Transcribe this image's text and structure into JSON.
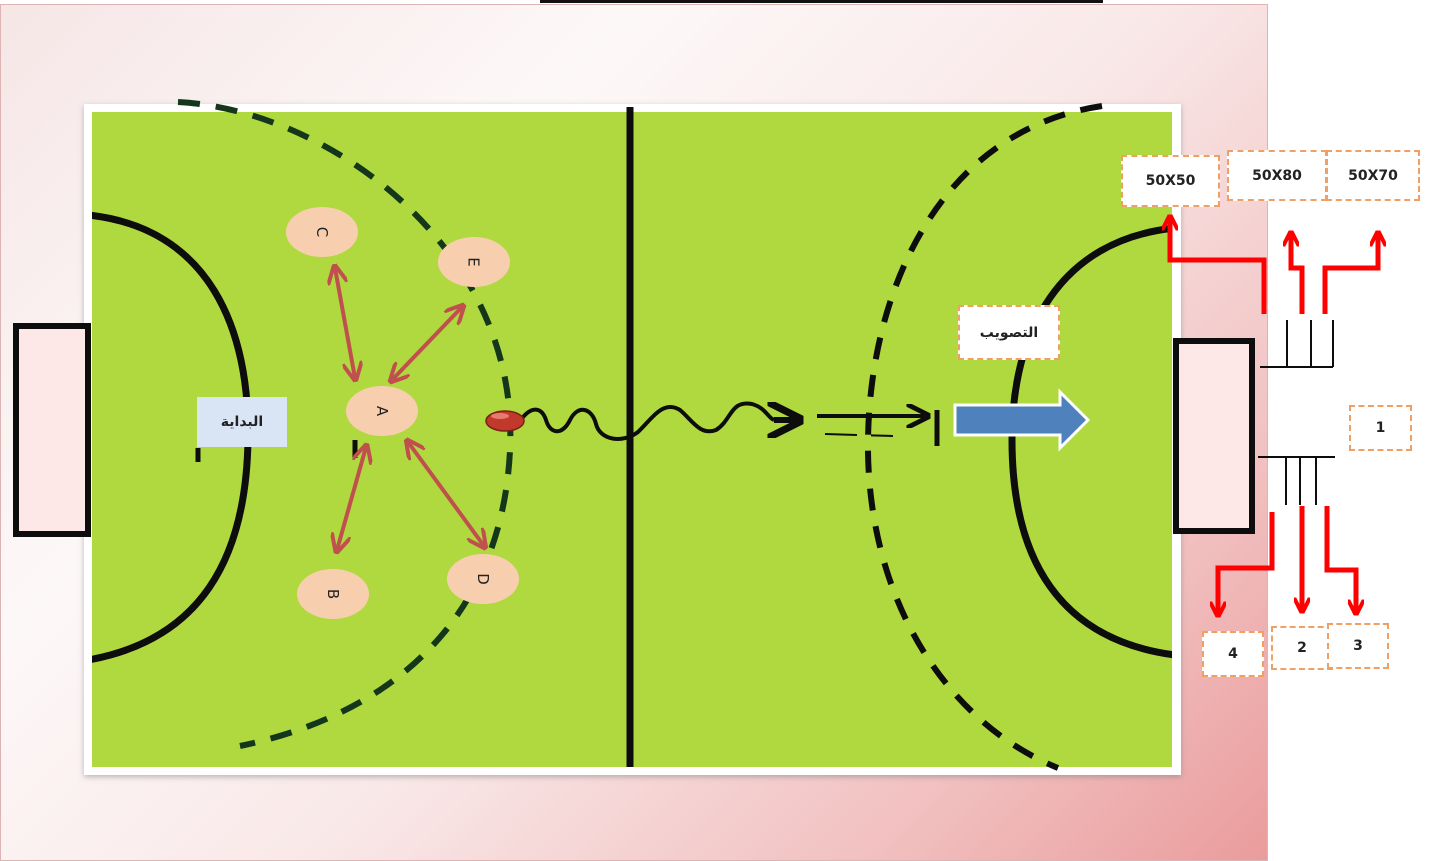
{
  "labels": {
    "start": "البداية",
    "shooting": "التصويب",
    "size_1": "50X50",
    "size_2": "50X80",
    "size_3": "50X70",
    "target_1": "1",
    "target_2": "2",
    "target_3": "3",
    "target_4": "4"
  },
  "players": {
    "a": "A",
    "b": "B",
    "c": "C",
    "d": "D",
    "e": "E"
  },
  "colors": {
    "court": "#b0d940",
    "lines": "#0d0d0d",
    "goal_area_dashes": "#14361a",
    "player_fill": "#f8cfae",
    "pass_arrows": "#c0504d",
    "target_arrows": "#ff0000",
    "shot_arrow": "#4f81bd",
    "ball": "#c0392b",
    "box_border": "#f0a064",
    "start_box": "#d9e4f5"
  }
}
